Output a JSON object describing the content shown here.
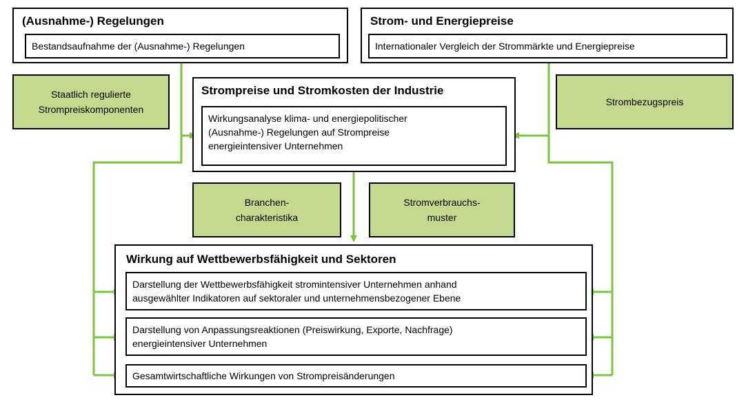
{
  "colors": {
    "green_fill": "#c3da8e",
    "arrow_green": "#7dc242",
    "border": "#000000"
  },
  "boxes": {
    "ausnahme": {
      "title": "(Ausnahme-) Regelungen",
      "inner": "Bestandsaufnahme der (Ausnahme-) Regelungen"
    },
    "strompreise": {
      "title": "Strom- und Energiepreise",
      "inner": "Internationaler Vergleich der Strommärkte und Energiepreise"
    },
    "stromkosten": {
      "title": "Strompreise und Stromkosten der Industrie",
      "inner_lines": [
        "Wirkungsanalyse klima- und energiepolitischer",
        "(Ausnahme-) Regelungen auf Strompreise",
        "energieintensiver Unternehmen"
      ]
    },
    "wettbewerb": {
      "title": "Wirkung auf Wettbewerbsfähigkeit und Sektoren",
      "items": [
        {
          "line1": "Darstellung der Wettbewerbsfähigkeit stromintensiver Unternehmen anhand",
          "line2": "ausgewählter Indikatoren auf sektoraler und unternehmensbezogener Ebene"
        },
        {
          "line1": "Darstellung von Anpassungsreaktionen  (Preiswirkung, Exporte, Nachfrage)",
          "line2": "energieintensiver Unternehmen"
        },
        {
          "line1": "Gesamtwirtschaftliche Wirkungen von Strompreisänderungen",
          "line2": ""
        }
      ]
    }
  },
  "green_boxes": {
    "staatlich": [
      "Staatlich regulierte",
      "Strompreiskomponenten"
    ],
    "strombezug": [
      "Strombezugspreis"
    ],
    "branchen": [
      "Branchen-",
      "charakteristika"
    ],
    "verbrauch": [
      "Stromverbrauchs-",
      "muster"
    ]
  }
}
